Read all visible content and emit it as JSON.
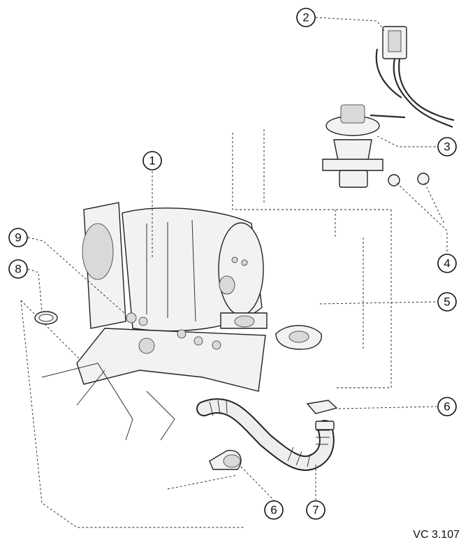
{
  "callouts": [
    {
      "num": "1"
    },
    {
      "num": "2"
    },
    {
      "num": "3"
    },
    {
      "num": "4"
    },
    {
      "num": "5"
    },
    {
      "num": "6"
    },
    {
      "num": "6"
    },
    {
      "num": "7"
    },
    {
      "num": "8"
    },
    {
      "num": "9"
    }
  ],
  "reference": "VC 3.107"
}
